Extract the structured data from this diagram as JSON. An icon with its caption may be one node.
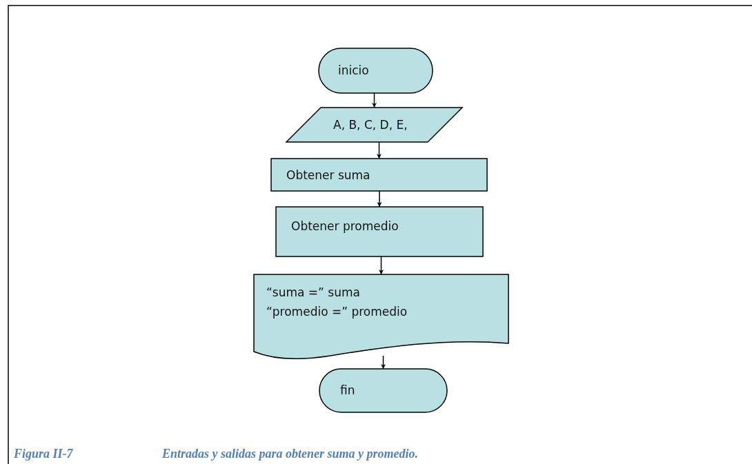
{
  "diagram": {
    "caption": "Entradas y salidas para obtener suma y promedio.",
    "nodes": [
      {
        "text": [
          "inicio"
        ]
      },
      {
        "text": [
          "A, B, C, D, E,"
        ]
      },
      {
        "text": [
          "Obtener suma"
        ]
      },
      {
        "text": [
          "Obtener promedio"
        ]
      },
      {
        "text": [
          "“suma =” suma",
          "“promedio =” promedio"
        ]
      },
      {
        "text": [
          "fin"
        ]
      }
    ],
    "edges": [
      {
        "from": 0,
        "to": 1,
        "arrow": "to"
      },
      {
        "from": 1,
        "to": 2,
        "arrow": "to"
      },
      {
        "from": 2,
        "to": 3,
        "arrow": "to"
      },
      {
        "from": 3,
        "to": 4,
        "arrow": "to"
      },
      {
        "from": 4,
        "to": 5,
        "arrow": "to"
      }
    ],
    "labels": [
      "Figura II-7"
    ]
  }
}
